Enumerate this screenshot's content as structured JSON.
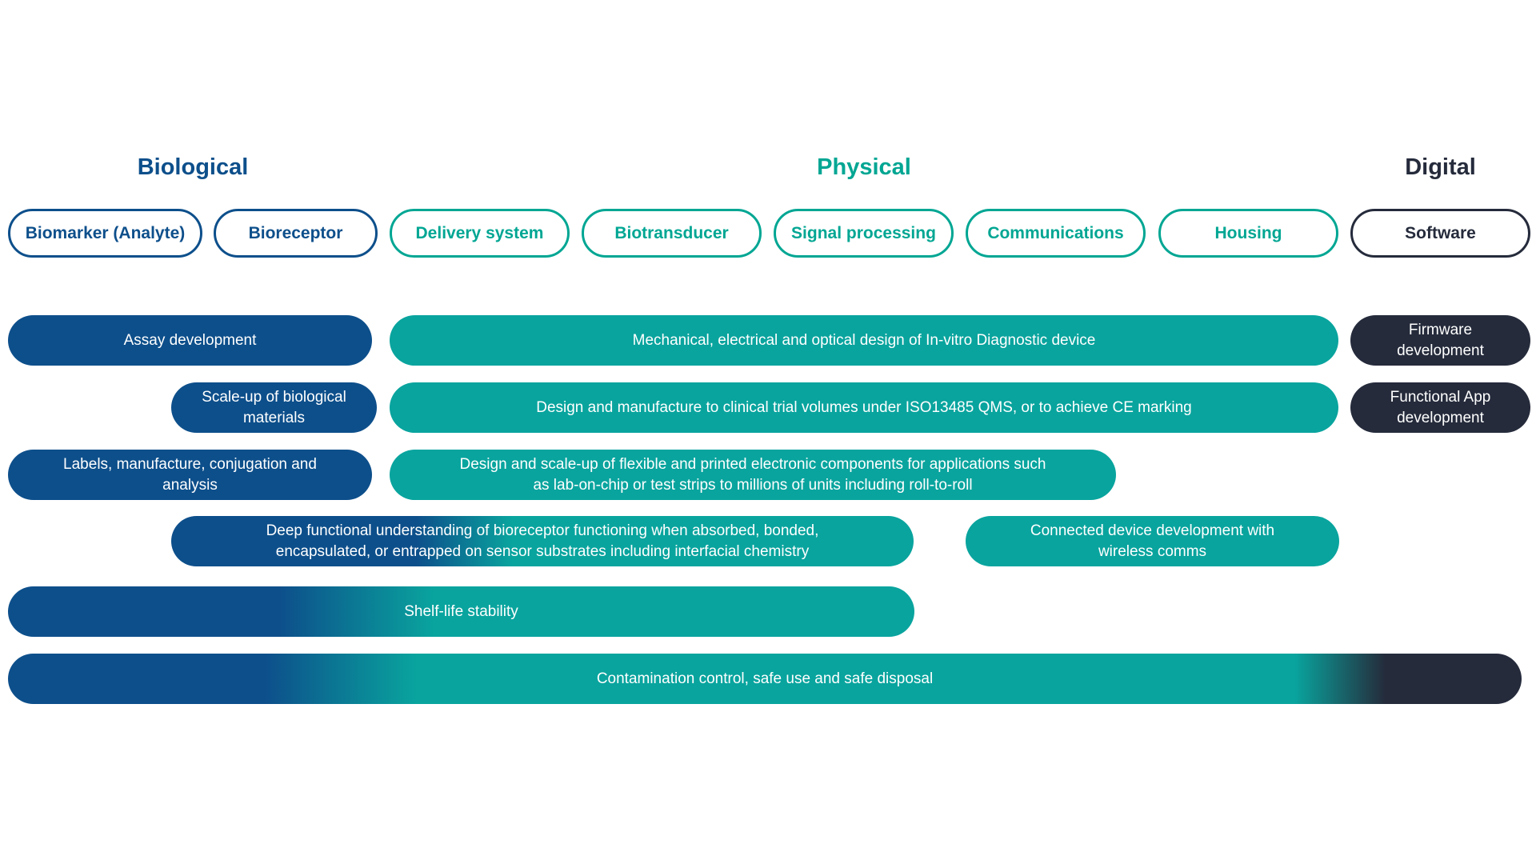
{
  "headers": {
    "biological": "Biological",
    "physical": "Physical",
    "digital": "Digital"
  },
  "pills": {
    "biomarker": "Biomarker (Analyte)",
    "bioreceptor": "Bioreceptor",
    "delivery_system": "Delivery system",
    "biotransducer": "Biotransducer",
    "signal_processing": "Signal processing",
    "communications": "Communications",
    "housing": "Housing",
    "software": "Software"
  },
  "bars": {
    "assay": "Assay development",
    "ivd_design": "Mechanical, electrical and optical design of In-vitro Diagnostic device",
    "firmware": "Firmware development",
    "scale_up": "Scale-up of biological materials",
    "clinical_trial": "Design and manufacture to clinical trial volumes under ISO13485 QMS, or to achieve CE marking",
    "functional_app": "Functional App development",
    "labels_manufacture": "Labels, manufacture, conjugation and analysis",
    "flexible_printed": "Design and scale-up of flexible and printed electronic components for applications such as lab-on-chip or test strips to millions of units including roll-to-roll",
    "bioreceptor_understanding": "Deep functional understanding of bioreceptor functioning when absorbed, bonded, encapsulated, or entrapped on sensor substrates including interfacial chemistry",
    "connected_device": "Connected device development with wireless comms",
    "shelf_life": "Shelf-life stability",
    "contamination": "Contamination control, safe use and safe disposal"
  },
  "colors": {
    "blue": "#0d4f8b",
    "teal": "#09a49e",
    "teal_outline": "#00a693",
    "navy": "#252b3b"
  }
}
